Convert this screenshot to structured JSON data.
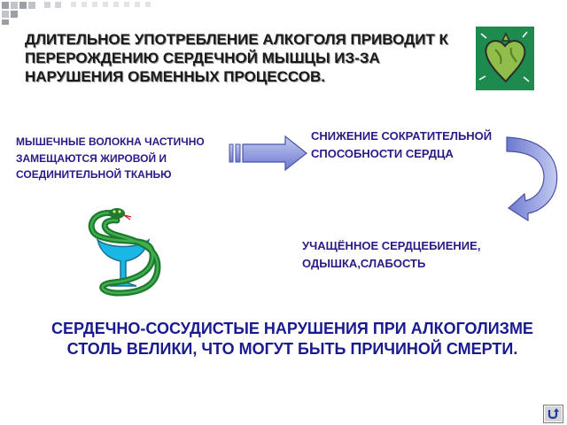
{
  "slide": {
    "headline": "ДЛИТЕЛЬНОЕ УПОТРЕБЛЕНИЕ АЛКОГОЛЯ ПРИВОДИТ К ПЕРЕРОЖДЕНИЮ СЕРДЕЧНОЙ МЫШЦЫ ИЗ-ЗА НАРУШЕНИЯ ОБМЕННЫХ ПРОЦЕССОВ.",
    "muscle_text": "МЫШЕЧНЫЕ ВОЛОКНА ЧАСТИЧНО ЗАМЕЩАЮТСЯ ЖИРОВОЙ И СОЕДИНИТЕЛЬНОЙ ТКАНЬЮ",
    "contractility_text": "СНИЖЕНИЕ СОКРАТИТЕЛЬНОЙ СПОСОБНОСТИ СЕРДЦА",
    "symptoms_text": "УЧАЩЁННОЕ СЕРДЦЕБИЕНИЕ, ОДЫШКА,СЛАБОСТЬ",
    "conclusion": "СЕРДЕЧНО-СОСУДИСТЫЕ НАРУШЕНИЯ ПРИ АЛКОГОЛИЗМЕ СТОЛЬ ВЕЛИКИ, ЧТО МОГУТ БЫТЬ ПРИЧИНОЙ СМЕРТИ."
  },
  "icons": {
    "heart": "heart-icon",
    "arrow": "right-arrow-icon",
    "curve": "curved-arrow-icon",
    "medical": "snake-bowl-icon",
    "return": "return-icon"
  },
  "colors": {
    "accent_blue": "#2b1a86",
    "arrow_fill": "#7e8ad6",
    "heart_box": "#1f8a4e",
    "snake_green": "#1e7a2e",
    "bowl_cyan": "#19b7e6"
  }
}
